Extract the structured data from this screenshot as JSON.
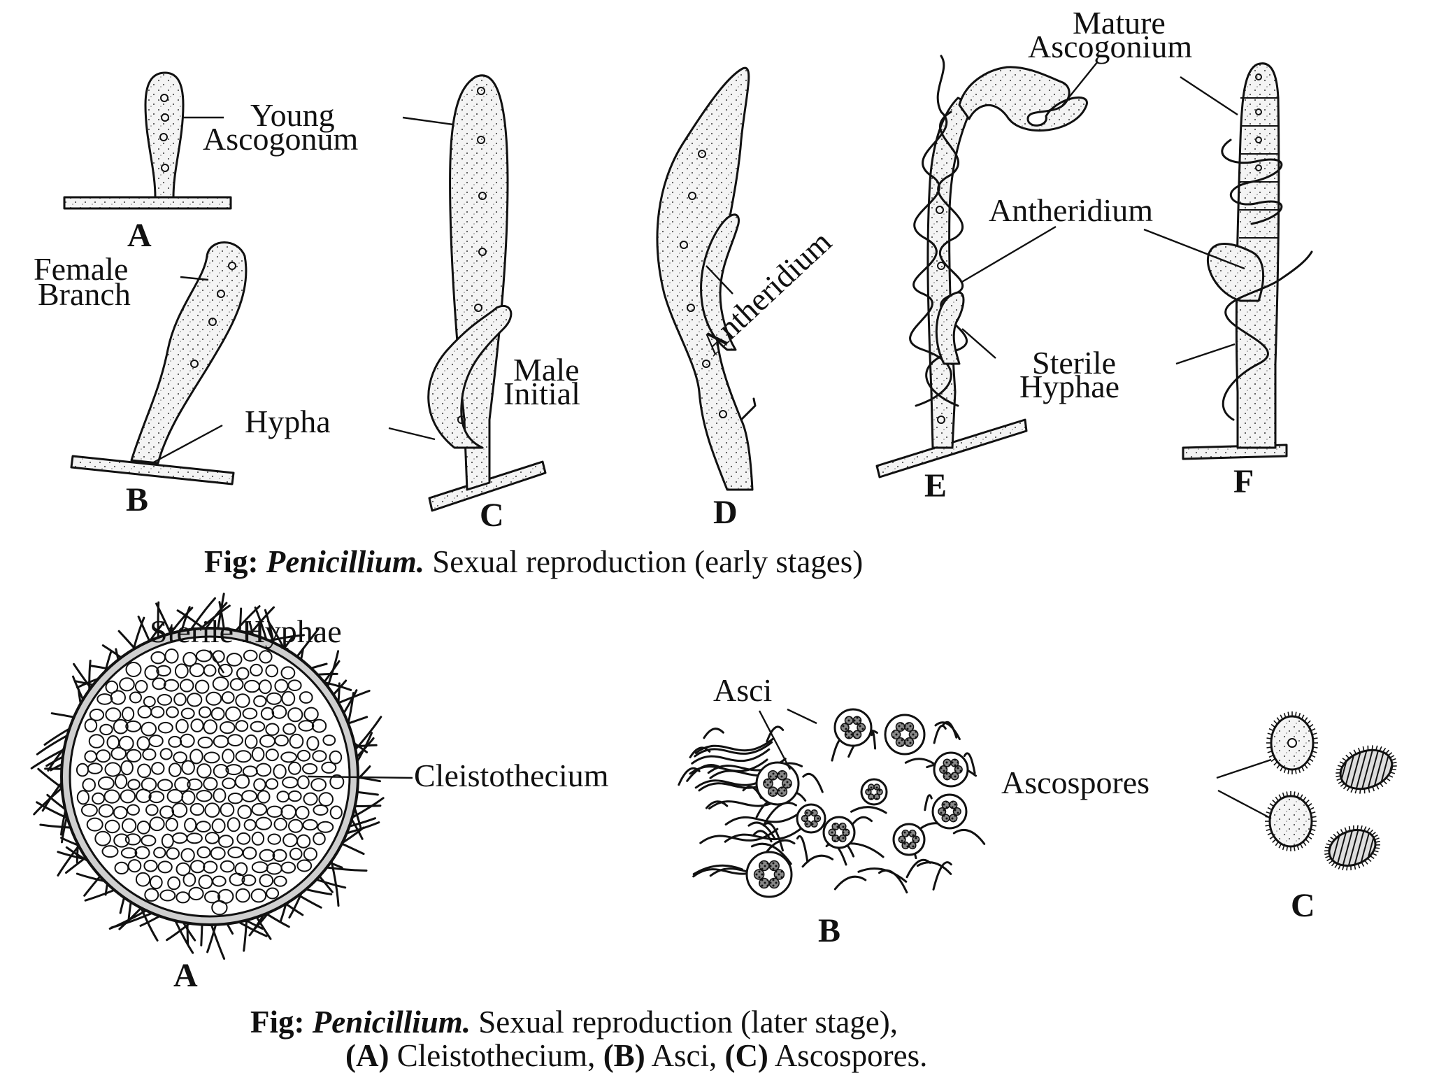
{
  "early": {
    "letters": {
      "A": "A",
      "B": "B",
      "C": "C",
      "D": "D",
      "E": "E",
      "F": "F"
    },
    "labels": {
      "young_ascogonium": [
        "Young",
        "Ascogonum"
      ],
      "female_branch": [
        "Female",
        "Branch"
      ],
      "hypha": "Hypha",
      "male_initial": [
        "Male",
        "Initial"
      ],
      "antheridium_d": "Antheridium",
      "mature_ascogonium": [
        "Mature",
        "Ascogonium"
      ],
      "antheridium_ef": "Antheridium",
      "sterile_hyphae_ef": [
        "Sterile",
        "Hyphae"
      ]
    },
    "caption": {
      "prefix": "Fig: ",
      "genus": "Penicillium.",
      "rest": " Sexual reproduction (early stages)"
    }
  },
  "later": {
    "letters": {
      "A": "A",
      "B": "B",
      "C": "C"
    },
    "labels": {
      "sterile_hyphae": "Sterile Hyphae",
      "cleistothecium": "Cleistothecium",
      "asci": "Asci",
      "ascospores": "Ascospores"
    },
    "caption": {
      "line1_prefix": "Fig: ",
      "line1_genus": "Penicillium.",
      "line1_rest": " Sexual reproduction (later stage),",
      "line2": [
        {
          "bold": "(A)",
          "text": " Cleistothecium, "
        },
        {
          "bold": "(B)",
          "text": " Asci, "
        },
        {
          "bold": "(C)",
          "text": " Ascospores."
        }
      ]
    }
  }
}
